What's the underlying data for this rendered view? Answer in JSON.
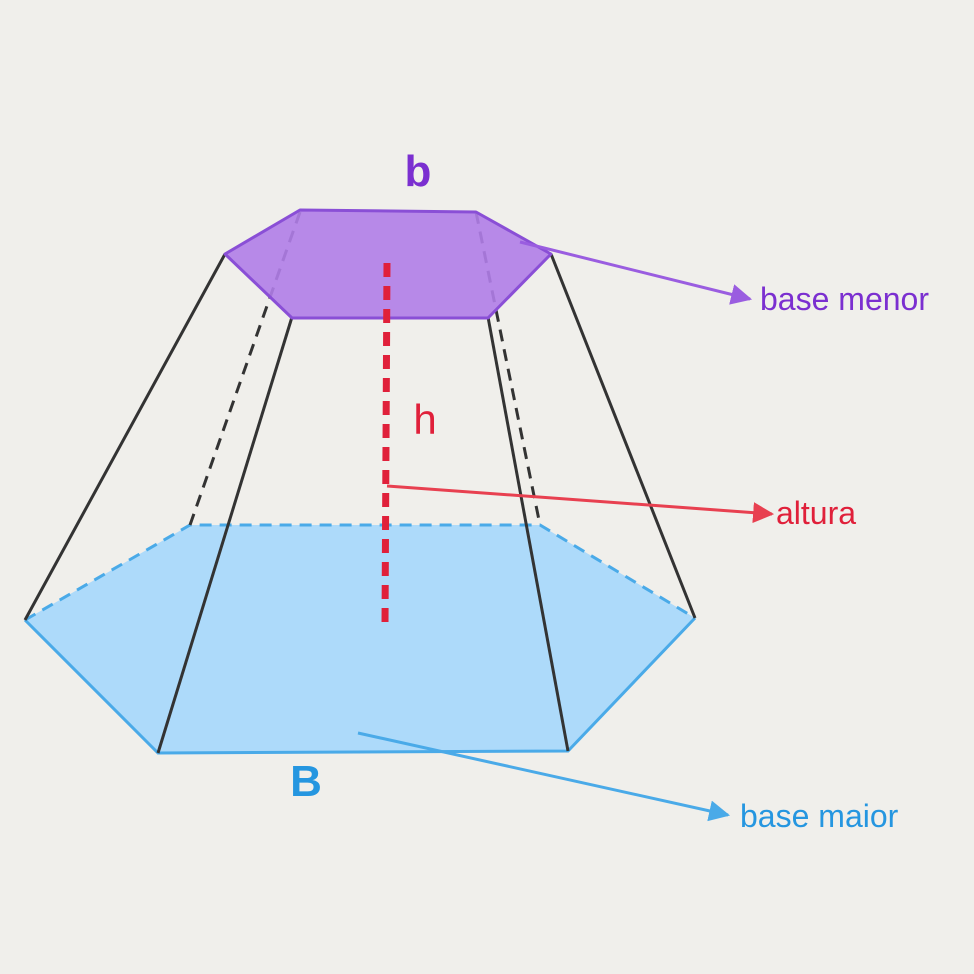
{
  "labels": {
    "small_base_symbol": "b",
    "large_base_symbol": "B",
    "height_symbol": "h",
    "small_base_name": "base menor",
    "large_base_name": "base maior",
    "height_name": "altura"
  },
  "colors": {
    "background": "#f0efeb",
    "small_base_fill": "#b07de8",
    "small_base_stroke": "#8a4fd6",
    "small_base_text": "#7b2fd0",
    "large_base_fill": "#a9d8fb",
    "large_base_stroke": "#4aaae8",
    "large_base_text": "#2596e0",
    "height_line": "#e0203a",
    "height_text": "#e0203a",
    "edge": "#333333"
  }
}
